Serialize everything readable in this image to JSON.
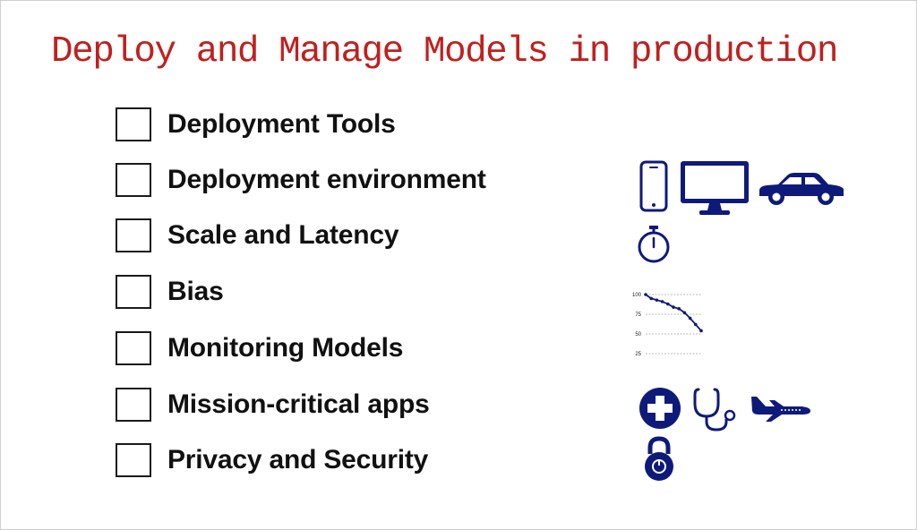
{
  "title": "Deploy and Manage Models in production",
  "colors": {
    "title": "#c0201e",
    "icon": "#0e1a7a",
    "text": "#111111"
  },
  "checklist": [
    {
      "label": "Deployment Tools",
      "checked": false
    },
    {
      "label": "Deployment environment",
      "checked": false
    },
    {
      "label": "Scale and Latency",
      "checked": false
    },
    {
      "label": "Bias",
      "checked": false
    },
    {
      "label": "Monitoring Models",
      "checked": false
    },
    {
      "label": "Mission-critical apps",
      "checked": false
    },
    {
      "label": "Privacy and Security",
      "checked": false
    }
  ],
  "icons": {
    "environment": [
      "smartphone-icon",
      "monitor-icon",
      "car-icon"
    ],
    "latency": [
      "stopwatch-icon"
    ],
    "monitoring": [
      "decay-chart-icon"
    ],
    "mission_critical": [
      "medical-cross-icon",
      "stethoscope-icon",
      "airplane-icon"
    ],
    "privacy": [
      "padlock-icon"
    ]
  },
  "chart_data": {
    "type": "line",
    "yticks": [
      "100",
      "75",
      "50",
      "25"
    ],
    "ylim": [
      25,
      100
    ],
    "grid": true,
    "x": [
      0,
      1,
      2,
      3,
      4,
      5,
      6,
      7,
      8,
      9,
      10
    ],
    "values": [
      100,
      95,
      93,
      91,
      88,
      84,
      82,
      77,
      70,
      62,
      54
    ]
  }
}
